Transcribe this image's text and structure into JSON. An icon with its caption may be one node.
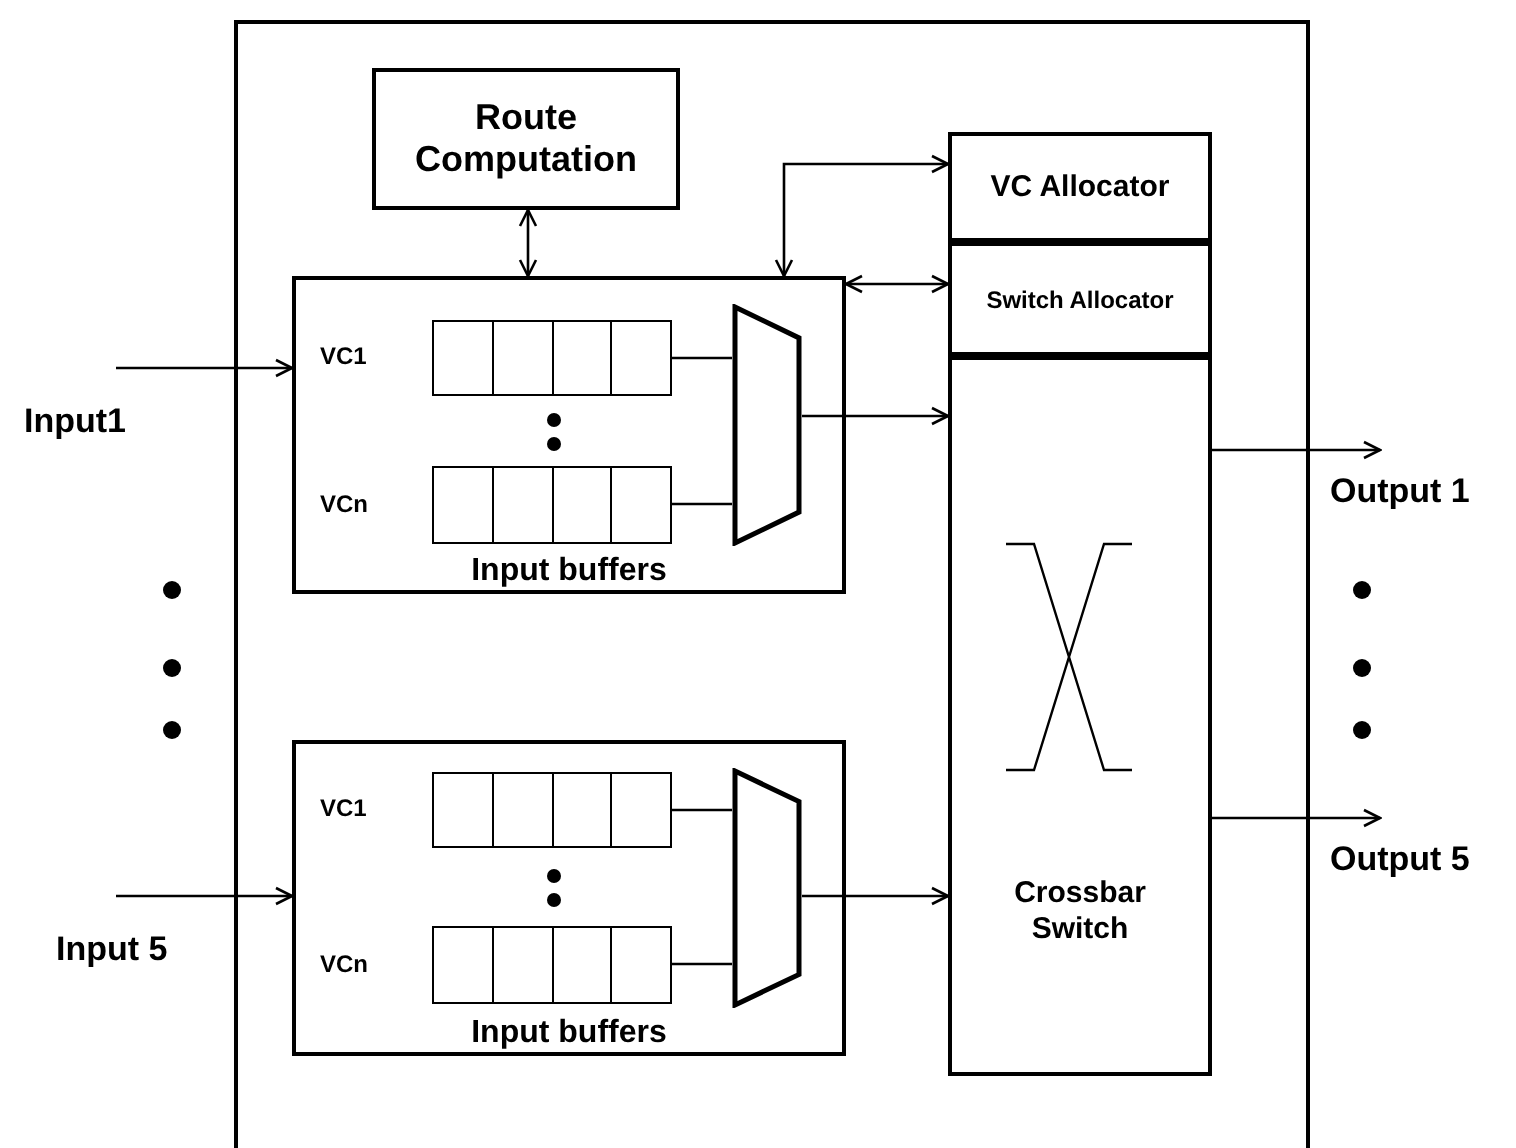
{
  "diagram": {
    "nodes": [
      {
        "text": [],
        "shape": "box"
      },
      {
        "text": [
          "Route Computation"
        ],
        "in": 0
      },
      {
        "text": [
          "VC Allocator"
        ],
        "in": 0
      },
      {
        "text": [
          "Switch Allocator"
        ],
        "in": 0
      },
      {
        "text": [
          "Input buffers"
        ],
        "in": 0
      },
      {
        "text": [],
        "shape": "box",
        "in": 4,
        "beside": [
          "VC1"
        ]
      },
      {
        "text": [],
        "shape": "box",
        "in": 4,
        "beside": [
          "VCn"
        ]
      },
      {
        "text": [],
        "shape": "trapezoid",
        "in": 4
      },
      {
        "text": [
          "Crossbar Switch"
        ],
        "in": 0
      },
      {
        "text": [
          "Input buffers"
        ],
        "in": 0
      },
      {
        "text": [],
        "shape": "box",
        "in": 9,
        "beside": [
          "VC1"
        ]
      },
      {
        "text": [],
        "shape": "box",
        "in": 9,
        "beside": [
          "VCn"
        ]
      },
      {
        "text": [],
        "shape": "trapezoid",
        "in": 9
      },
      {
        "text": [
          "Input1"
        ]
      },
      {
        "text": [
          "Output 1"
        ]
      },
      {
        "text": [
          "Input 5"
        ]
      },
      {
        "text": [
          "Output 5"
        ]
      }
    ],
    "edges": [
      {
        "from": 13,
        "to": 4,
        "arrow": "to"
      },
      {
        "from": 1,
        "to": 4,
        "arrow": "both"
      },
      {
        "from": 2,
        "to": 4,
        "arrow": "both"
      },
      {
        "from": 4,
        "to": 3,
        "arrow": "both"
      },
      {
        "from": 5,
        "to": 7,
        "arrow": "none"
      },
      {
        "from": 6,
        "to": 7,
        "arrow": "none"
      },
      {
        "from": 7,
        "to": 8,
        "arrow": "to"
      },
      {
        "from": 15,
        "to": 9,
        "arrow": "to"
      },
      {
        "from": 10,
        "to": 12,
        "arrow": "none"
      },
      {
        "from": 11,
        "to": 12,
        "arrow": "none"
      },
      {
        "from": 12,
        "to": 8,
        "arrow": "to"
      },
      {
        "from": 8,
        "to": 14,
        "arrow": "to"
      },
      {
        "from": 8,
        "to": 16,
        "arrow": "to"
      }
    ]
  }
}
